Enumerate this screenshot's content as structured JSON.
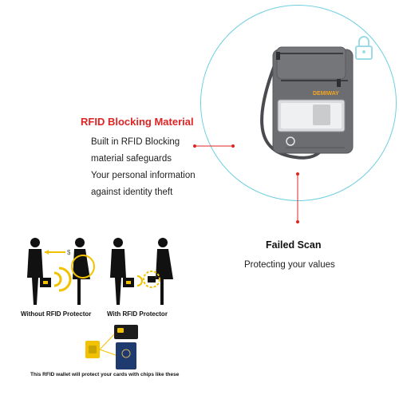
{
  "product": {
    "brand_label": "DEMIWAY"
  },
  "rfid": {
    "heading": "RFID Blocking Material",
    "lines": [
      "Built in RFID Blocking",
      "material safeguards",
      "Your personal information",
      "against identity theft"
    ]
  },
  "failed_scan": {
    "title": "Failed Scan",
    "subtitle": "Protecting your values"
  },
  "illustration": {
    "without_label": "Without RFID Protector",
    "with_label": "With RFID Protector",
    "bottom_caption": "This RFID wallet will protect your cards with chips like these"
  },
  "colors": {
    "accent_red": "#e02424",
    "circle_border": "#6ecfdf",
    "pouch_gray": "#6b6d70",
    "wave_yellow": "#f2c200",
    "lock_icon": "#9fdbe6"
  },
  "icons": [
    "padlock-icon",
    "rfid-wave-icon",
    "chip-card-icon",
    "passport-icon",
    "sim-card-icon",
    "money-icon"
  ]
}
